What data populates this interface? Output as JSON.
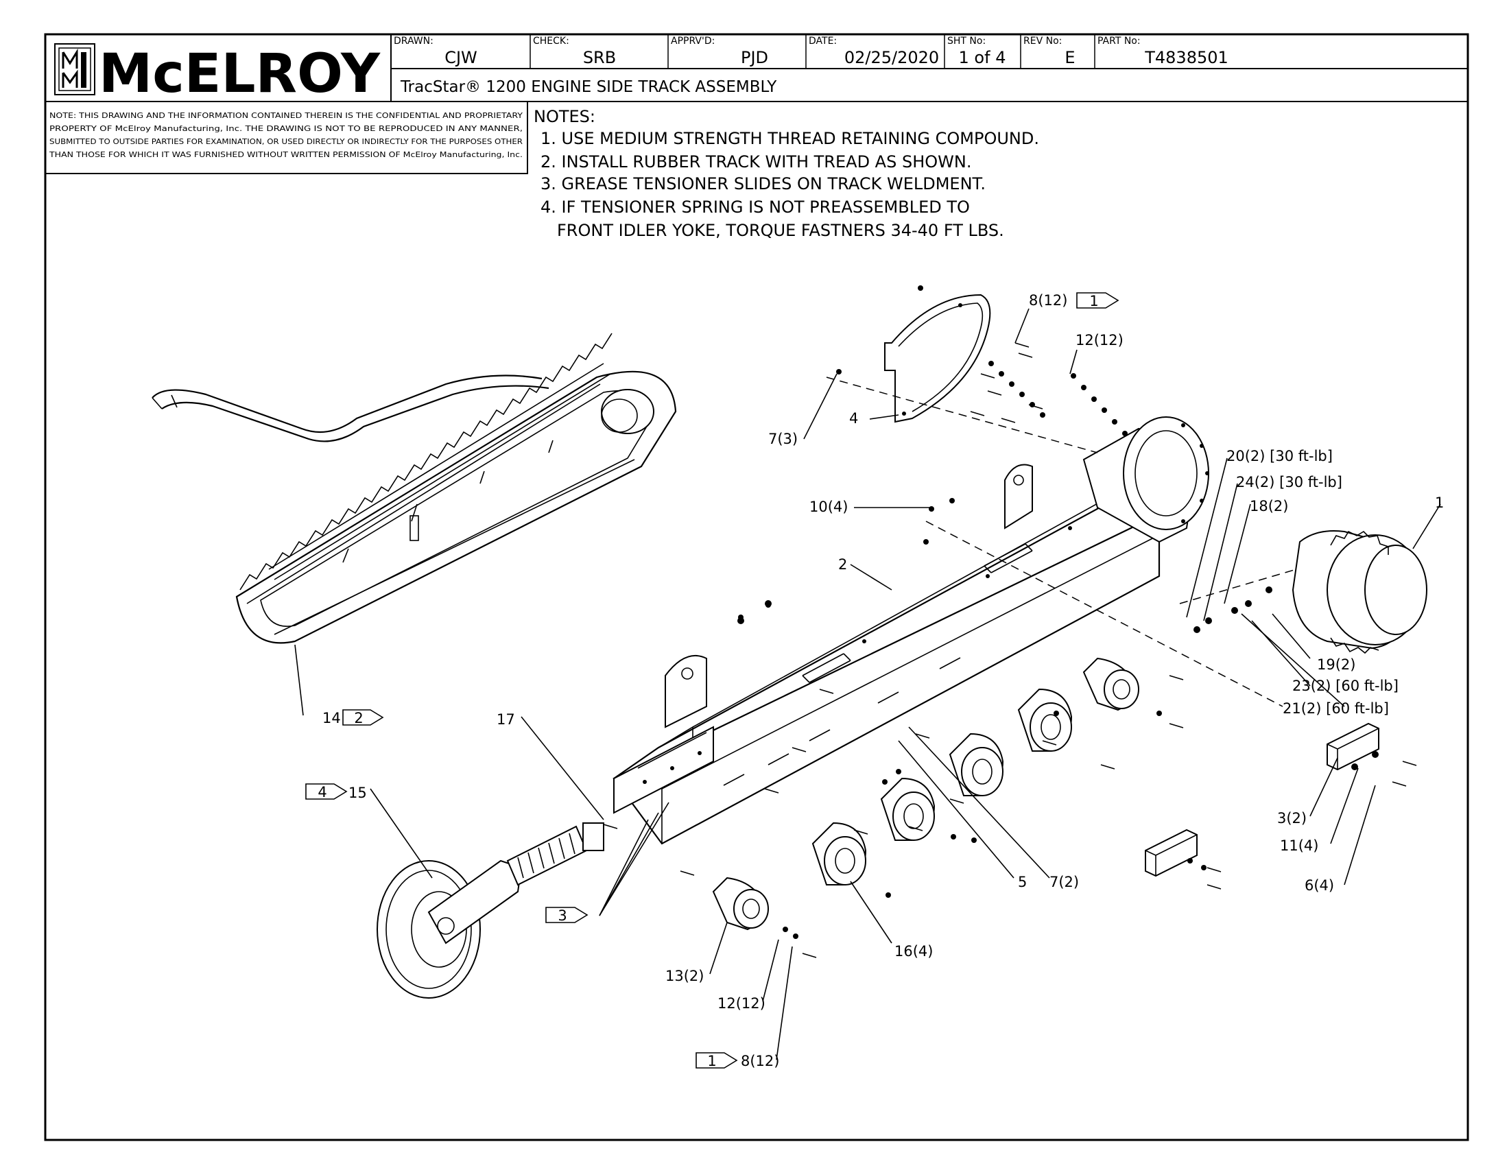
{
  "title_block": {
    "logo_text": "McELROY",
    "fields": [
      {
        "label": "DRAWN:",
        "value": "CJW"
      },
      {
        "label": "CHECK:",
        "value": "SRB"
      },
      {
        "label": "APPRV'D:",
        "value": "PJD"
      },
      {
        "label": "DATE:",
        "value": "02/25/2020"
      },
      {
        "label": "SHT No:",
        "value": "1 of 4"
      },
      {
        "label": "REV No:",
        "value": "E"
      },
      {
        "label": "PART No:",
        "value": "T4838501"
      }
    ],
    "title": "TracStar® 1200 ENGINE SIDE TRACK ASSEMBLY"
  },
  "disclaimer": [
    "NOTE: THIS DRAWING AND THE INFORMATION CONTAINED THEREIN IS THE CONFIDENTIAL AND PROPRIETARY",
    "PROPERTY OF McElroy Manufacturing, Inc. THE DRAWING IS NOT TO BE REPRODUCED IN ANY MANNER,",
    "SUBMITTED TO OUTSIDE PARTIES FOR EXAMINATION, OR USED DIRECTLY OR INDIRECTLY FOR THE PURPOSES OTHER",
    "THAN THOSE FOR WHICH IT WAS FURNISHED WITHOUT WRITTEN PERMISSION OF McElroy Manufacturing, Inc."
  ],
  "notes": {
    "heading": "NOTES:",
    "lines": [
      "1. USE MEDIUM STRENGTH THREAD RETAINING COMPOUND.",
      "2. INSTALL RUBBER TRACK WITH TREAD AS SHOWN.",
      "3. GREASE TENSIONER SLIDES ON TRACK WELDMENT.",
      "4. IF TENSIONER SPRING IS NOT PREASSEMBLED TO",
      "FRONT IDLER YOKE, TORQUE FASTNERS 34-40 FT LBS."
    ]
  },
  "callouts": {
    "c8_top": "8(12)",
    "flag1_top": "1",
    "c12_top": "12(12)",
    "c4": "4",
    "c7_top": "7(3)",
    "c20": "20(2) [30 ft-lb]",
    "c24": "24(2) [30 ft-lb]",
    "c18": "18(2)",
    "c1": "1",
    "c10": "10(4)",
    "c2": "2",
    "c19": "19(2)",
    "c23": "23(2) [60 ft-lb]",
    "c21": "21(2) [60 ft-lb]",
    "c14": "14",
    "flag2": "2",
    "c17": "17",
    "flag4": "4",
    "c15": "15",
    "c3": "3(2)",
    "c11": "11(4)",
    "c6": "6(4)",
    "c5": "5",
    "c7_bottom": "7(2)",
    "flag3": "3",
    "c16": "16(4)",
    "c13": "13(2)",
    "c12_bottom": "12(12)",
    "flag1_bottom": "1",
    "c8_bottom": "8(12)"
  }
}
